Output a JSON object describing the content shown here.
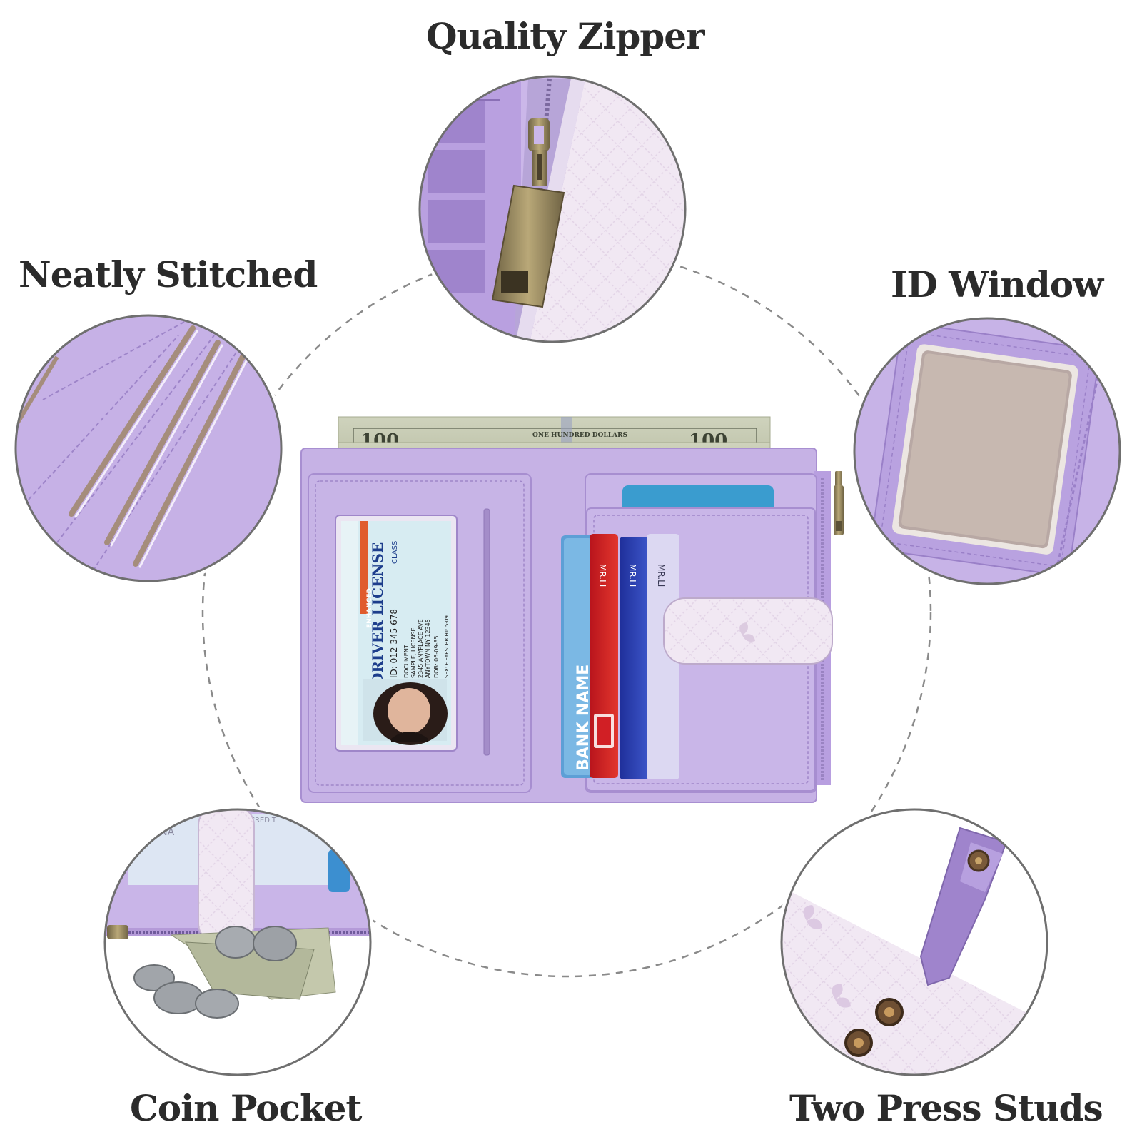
{
  "features": {
    "quality_zipper": "Quality Zipper",
    "neatly_stitched": "Neatly Stitched",
    "id_window": "ID Window",
    "coin_pocket": "Coin Pocket",
    "two_press_studs": "Two Press Studs"
  },
  "banknote": {
    "denomination": "100",
    "text": "ONE HUNDRED DOLLARS"
  },
  "id_card": {
    "enhanced": "ENHANCED",
    "title": "DRIVER LICENSE",
    "class_label": "CLASS",
    "id_number": "ID: 012 345 678",
    "line1": "DOCUMENT",
    "line2": "SAMPLE, LICENSE",
    "line3": "2345 ANYPLACE AVE",
    "line4": "ANYTOWN NY 12345",
    "dob": "DOB: 06-09-85",
    "details": "SEX: F  EYES: BR  HT: 5-09"
  },
  "cards": {
    "bank_name": "BANK NAME",
    "name1": "MR.LI",
    "name2": "MR.LI",
    "name3": "MR.LI",
    "coin_card": "NK NA",
    "coin_card2": "CREDIT"
  },
  "colors": {
    "lavender": "#c5b0e4",
    "lavender_dark": "#a98fd0",
    "tab_pink": "#efe3ef",
    "brass": "#8a7a55",
    "label_text": "#2b2b2b"
  }
}
